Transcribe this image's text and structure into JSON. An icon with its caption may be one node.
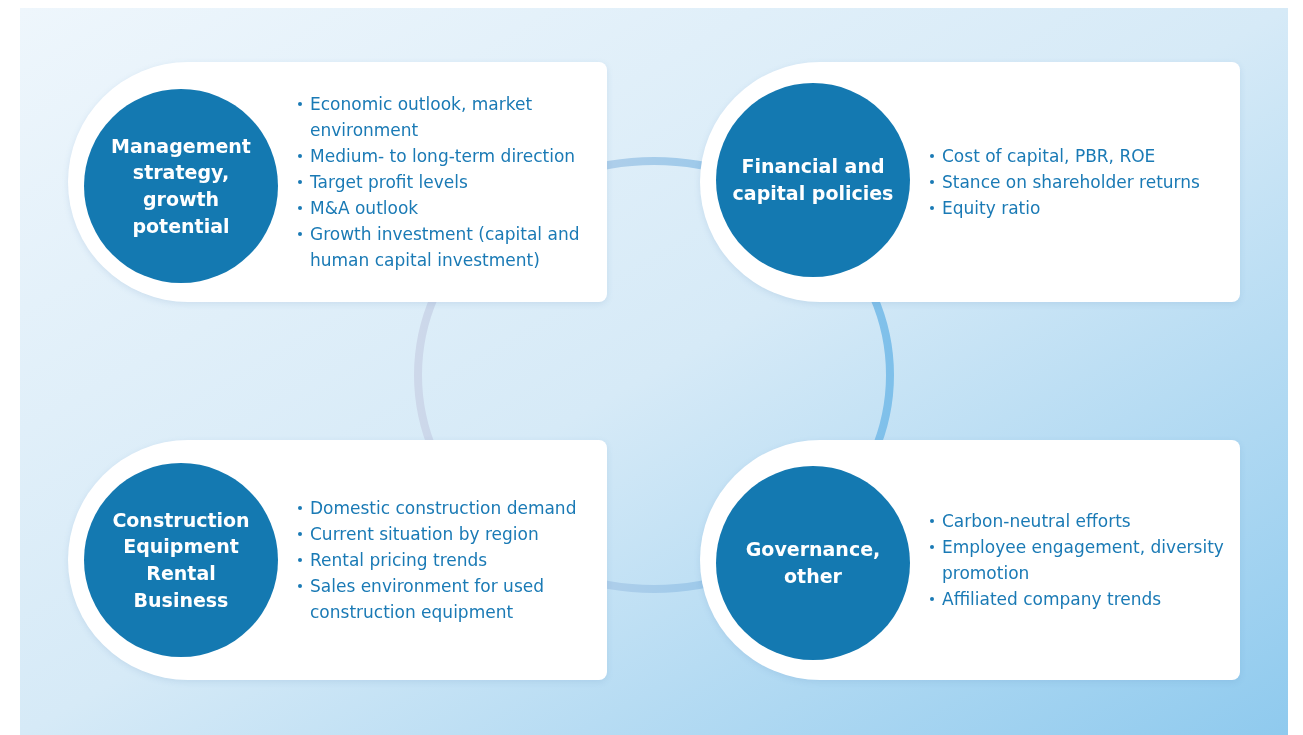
{
  "diagram": {
    "nodes": [
      {
        "text": [
          "Economic outlook, market environment",
          "Medium- to long-term direction",
          "Target profit levels",
          "M&A outlook",
          "Growth investment (capital and human capital investment)"
        ]
      },
      {
        "text": [
          "Management strategy, growth potential"
        ],
        "in": 0
      },
      {
        "text": [
          "Cost of capital, PBR, ROE",
          "Stance on shareholder returns",
          "Equity ratio"
        ]
      },
      {
        "text": [
          "Financial and capital policies"
        ],
        "in": 2
      },
      {
        "text": [
          "Domestic construction demand",
          "Current situation by region",
          "Rental pricing trends",
          "Sales environment for used construction equipment"
        ]
      },
      {
        "text": [
          "Construction Equipment Rental Business"
        ],
        "in": 4
      },
      {
        "text": [
          "Carbon-neutral efforts",
          "Employee engagement, diversity promotion",
          "Affiliated company trends"
        ]
      },
      {
        "text": [
          "Governance, other"
        ],
        "in": 6
      }
    ]
  }
}
